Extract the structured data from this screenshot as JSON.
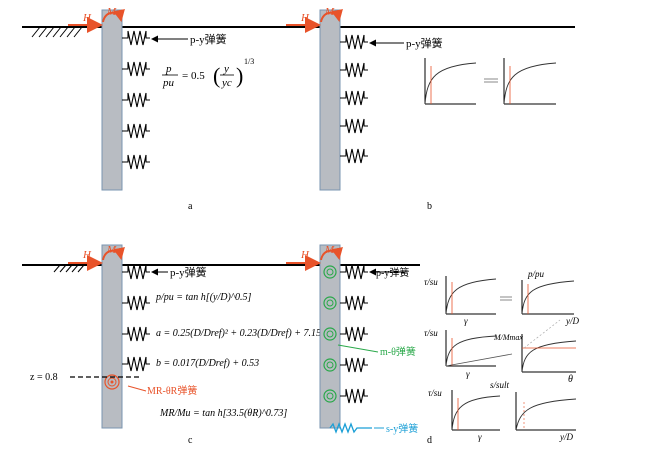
{
  "panels": {
    "a": {
      "label": "a",
      "H": "H",
      "M": "M",
      "spring_label": "p-y弹簧",
      "formula": {
        "lhs_num": "p",
        "lhs_den": "pu",
        "coef": "= 0.5",
        "num": "y",
        "den": "yc",
        "exp": "1/3"
      }
    },
    "b": {
      "label": "b",
      "H": "H",
      "M": "M",
      "spring_label": "p-y弹簧"
    },
    "c": {
      "label": "c",
      "H": "H",
      "M": "M",
      "spring_label": "p-y弹簧",
      "z_label": "z = 0.8",
      "rot_spring_label": "MR-θR弹簧",
      "eq1": "p/pu = tan h[(y/D)^0.5]",
      "eq2": "a = 0.25(D/Dref)² + 0.23(D/Dref) + 7.15",
      "eq3": "b = 0.017(D/Dref) + 0.53",
      "eq4": "MR/Mu = tan h[33.5(θR)^0.73]"
    },
    "d": {
      "label": "d",
      "H": "H",
      "M": "M",
      "spring_label": "p-y弹簧",
      "m_theta_label": "m-θ弹簧",
      "s_y_label": "s-y弹簧",
      "graphs": {
        "g1_ylabel": "τ/su",
        "g1_xlabel": "γ",
        "g2_ylabel": "p/pu",
        "g2_xlabel": "y/D",
        "g3_ylabel": "τ/su",
        "g3_xlabel": "γ",
        "g4_ylabel": "M/Mmax",
        "g4_xlabel": "θ",
        "g5_ylabel": "τ/su",
        "g5_xlabel": "γ",
        "g6_ylabel": "s/sult",
        "g6_xlabel": "y/D"
      }
    }
  },
  "colors": {
    "pile": "#b8bcc2",
    "pile_edge": "#7a95b0",
    "accent": "#e8532a",
    "green": "#2aa84a",
    "blue": "#1b9fd6"
  }
}
